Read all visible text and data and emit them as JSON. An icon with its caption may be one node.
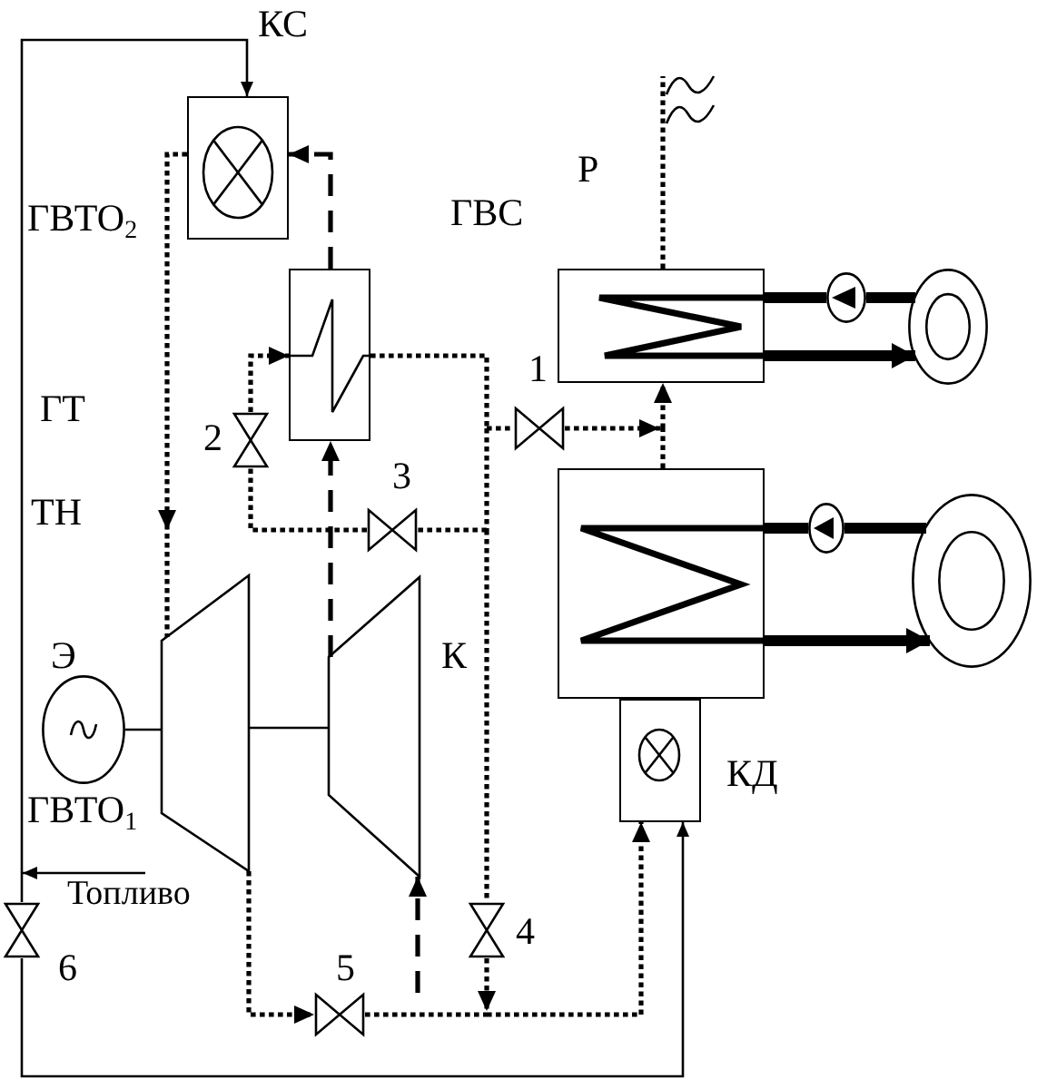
{
  "diagram": {
    "nodes": [
      {
        "text": [],
        "shape": "box"
      },
      {
        "text": [],
        "shape": "box"
      },
      {
        "text": [],
        "shape": "box"
      },
      {
        "text": [],
        "shape": "pump"
      },
      {
        "text": [],
        "shape": "ring"
      },
      {
        "text": [],
        "shape": "valve"
      },
      {
        "text": [],
        "shape": "valve"
      },
      {
        "text": [],
        "shape": "valve"
      },
      {
        "text": [],
        "shape": "box"
      },
      {
        "text": [],
        "shape": "pump"
      },
      {
        "text": [],
        "shape": "ring"
      },
      {
        "text": [],
        "shape": "generator"
      },
      {
        "text": [],
        "shape": "trapezoid"
      },
      {
        "text": [],
        "shape": "trapezoid"
      },
      {
        "text": [],
        "shape": "box"
      },
      {
        "text": [
          "Топливо"
        ]
      },
      {
        "text": [],
        "shape": "valve"
      },
      {
        "text": [],
        "shape": "valve"
      },
      {
        "text": [],
        "shape": "valve"
      }
    ],
    "edges": [
      {
        "from": 15,
        "to": 0,
        "arrow": "to"
      },
      {
        "from": 15,
        "to": 16,
        "arrow": "none"
      },
      {
        "from": 16,
        "to": 14,
        "arrow": "to"
      },
      {
        "from": 0,
        "to": 12,
        "arrow": "to",
        "style": "dashed"
      },
      {
        "from": null,
        "to": 13,
        "arrow": "to",
        "style": "dashed"
      },
      {
        "from": 13,
        "to": 1,
        "arrow": "to",
        "style": "dashed"
      },
      {
        "from": 1,
        "to": 0,
        "arrow": "to",
        "style": "dashed"
      },
      {
        "from": 5,
        "to": 1,
        "arrow": "to",
        "style": "dashed"
      },
      {
        "from": 1,
        "to": 6,
        "arrow": "none",
        "style": "dashed"
      },
      {
        "from": 1,
        "to": 7,
        "arrow": "none",
        "style": "dashed"
      },
      {
        "from": 7,
        "to": 5,
        "arrow": "none",
        "style": "dashed"
      },
      {
        "from": 1,
        "to": 17,
        "arrow": "none",
        "style": "dashed"
      },
      {
        "from": 6,
        "to": 2,
        "arrow": "to",
        "style": "dashed"
      },
      {
        "from": 8,
        "to": 2,
        "arrow": "to",
        "style": "dashed"
      },
      {
        "from": 2,
        "to": null,
        "arrow": "none",
        "style": "dashed"
      },
      {
        "from": 3,
        "to": 2,
        "arrow": "none",
        "style": "thick"
      },
      {
        "from": 4,
        "to": 3,
        "arrow": "none",
        "style": "thick"
      },
      {
        "from": 2,
        "to": 4,
        "arrow": "to",
        "style": "thick"
      },
      {
        "from": 9,
        "to": 8,
        "arrow": "none",
        "style": "thick"
      },
      {
        "from": 10,
        "to": 9,
        "arrow": "none",
        "style": "thick"
      },
      {
        "from": 8,
        "to": 10,
        "arrow": "to",
        "style": "thick"
      },
      {
        "from": 11,
        "to": 12,
        "arrow": "none"
      },
      {
        "from": 12,
        "to": 13,
        "arrow": "none"
      },
      {
        "from": 12,
        "to": 18,
        "arrow": "to",
        "style": "dashed"
      },
      {
        "from": 18,
        "to": 14,
        "arrow": "to",
        "style": "dashed"
      },
      {
        "from": 17,
        "to": 14,
        "arrow": "to",
        "style": "dashed"
      }
    ],
    "labels": [
      "КС",
      "Р",
      "ГВТО$_{2}$",
      "ГВС",
      "1",
      "ГТ",
      "2",
      "3",
      "ТН",
      "Э",
      "К",
      "КД",
      "ГВТО$_{1}$",
      "4",
      "6",
      "5"
    ]
  }
}
